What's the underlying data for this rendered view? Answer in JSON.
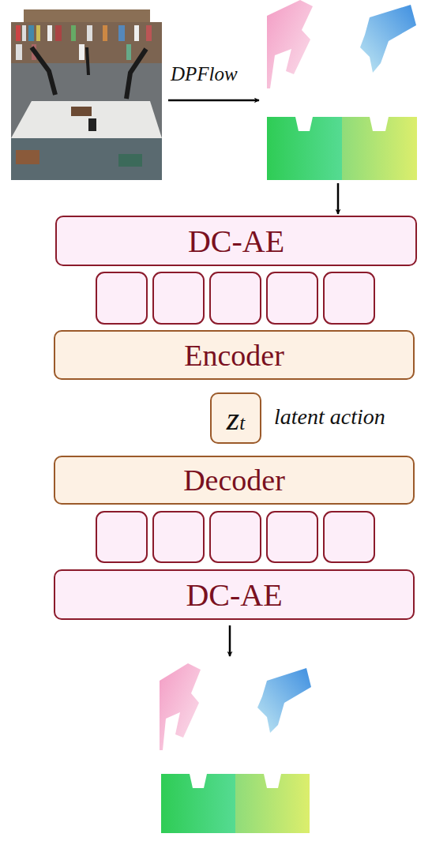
{
  "diagram": {
    "nodes": [
      {
        "text": [
          "DC-AE"
        ]
      },
      {
        "text": [
          "Encoder"
        ]
      },
      {
        "text": [
          "z",
          "t"
        ]
      },
      {
        "text": [
          "Decoder"
        ]
      },
      {
        "text": [
          "DC-AE"
        ]
      }
    ],
    "labels": [
      "DPFlow",
      "latent action"
    ]
  }
}
